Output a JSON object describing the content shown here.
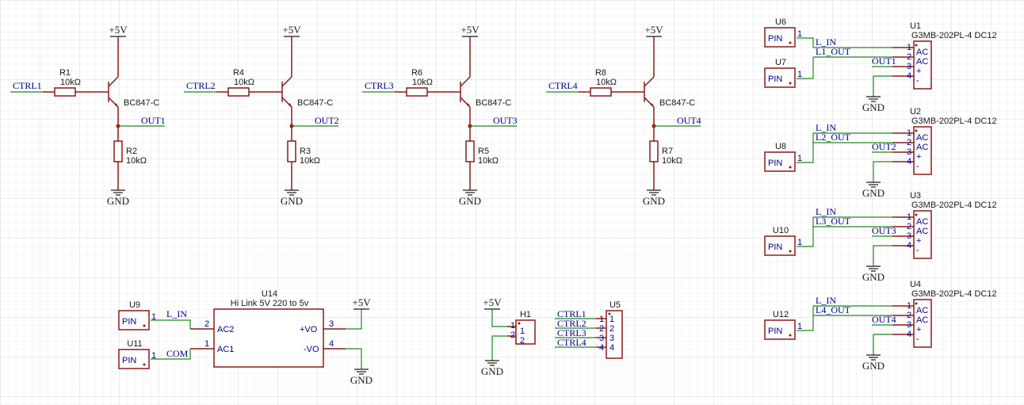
{
  "power": {
    "vcc": "+5V",
    "gnd": "GND"
  },
  "transistors": [
    {
      "id": "t1",
      "base_res": "R1",
      "base_val": "10kΩ",
      "part": "BC847-C",
      "ctrl": "CTRL1",
      "out": "OUT1",
      "pull_res": "R2",
      "pull_val": "10kΩ"
    },
    {
      "id": "t2",
      "base_res": "R4",
      "base_val": "10kΩ",
      "part": "BC847-C",
      "ctrl": "CTRL2",
      "out": "OUT2",
      "pull_res": "R3",
      "pull_val": "10kΩ"
    },
    {
      "id": "t3",
      "base_res": "R6",
      "base_val": "10kΩ",
      "part": "BC847-C",
      "ctrl": "CTRL3",
      "out": "OUT3",
      "pull_res": "R5",
      "pull_val": "10kΩ"
    },
    {
      "id": "t4",
      "base_res": "R8",
      "base_val": "10kΩ",
      "part": "BC847-C",
      "ctrl": "CTRL4",
      "out": "OUT4",
      "pull_res": "R7",
      "pull_val": "10kΩ"
    }
  ],
  "relays": [
    {
      "ref": "U1",
      "part": "G3MB-202PL-4 DC12",
      "lin": "L_IN",
      "lout": "L1_OUT",
      "out": "OUT1",
      "pin_in_ref": "U6",
      "pin_out_ref": "U7"
    },
    {
      "ref": "U2",
      "part": "G3MB-202PL-4 DC12",
      "lin": "L_IN",
      "lout": "L2_OUT",
      "out": "OUT2",
      "pin_out_ref": "U8"
    },
    {
      "ref": "U3",
      "part": "G3MB-202PL-4 DC12",
      "lin": "L_IN",
      "lout": "L3_OUT",
      "out": "OUT3",
      "pin_out_ref": "U10"
    },
    {
      "ref": "U4",
      "part": "G3MB-202PL-4 DC12",
      "lin": "L_IN",
      "lout": "L4_OUT",
      "out": "OUT4",
      "pin_out_ref": "U12"
    }
  ],
  "relay_pins": {
    "p1": "1",
    "p2": "2",
    "p3": "3",
    "p4": "4",
    "ac1": "AC",
    "ac2": "AC",
    "plus": "+",
    "minus": "-"
  },
  "pin_text": "PIN",
  "pin_num": "1",
  "psu": {
    "ref": "U14",
    "part": "Hi Link 5V 220 to 5v",
    "ac2": "AC2",
    "ac1": "AC1",
    "vo_p": "+VO",
    "vo_n": "-VO",
    "n_ac2": "2",
    "n_ac1": "1",
    "n_vop": "3",
    "n_von": "4",
    "net_l": "L_IN",
    "net_com": "COM",
    "pin_l_ref": "U9",
    "pin_com_ref": "U11"
  },
  "header": {
    "ref": "H1",
    "n1": "1",
    "n2": "2",
    "pn1": "1",
    "pn2": "2"
  },
  "connector": {
    "ref": "U5",
    "nets": [
      "CTRL1",
      "CTRL2",
      "CTRL3",
      "CTRL4"
    ],
    "nums": [
      "1",
      "2",
      "3",
      "4"
    ],
    "inner": [
      "1",
      "2",
      "3",
      "4"
    ]
  }
}
